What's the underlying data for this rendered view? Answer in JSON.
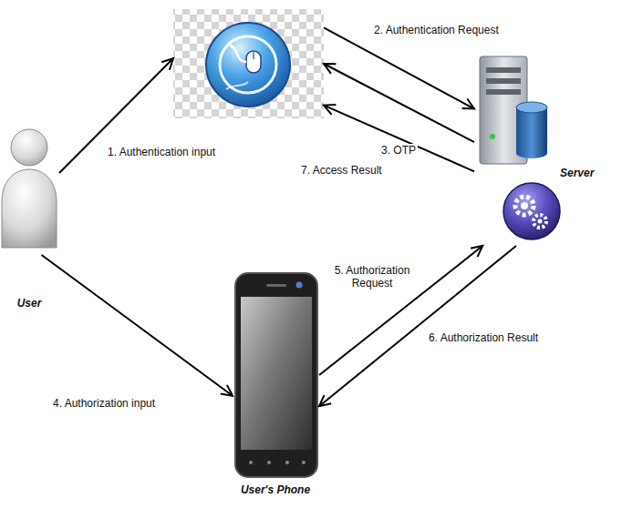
{
  "diagram": {
    "nodes": [
      {
        "text": []
      },
      {
        "text": [
          "Server"
        ]
      },
      {
        "text": [
          "User"
        ]
      },
      {
        "text": [
          "User's Phone"
        ]
      }
    ],
    "edges": [
      {
        "from": 2,
        "to": 0,
        "arrow": "to",
        "label": "1. Authentication input"
      },
      {
        "from": 0,
        "to": 1,
        "arrow": "to",
        "label": "2. Authentication Request"
      },
      {
        "from": 1,
        "to": 0,
        "arrow": "to",
        "label": "3. OTP"
      },
      {
        "from": 2,
        "to": 3,
        "arrow": "to",
        "label": "4. Authorization input"
      },
      {
        "from": 3,
        "to": 1,
        "arrow": "to",
        "label": "5. Authorization Request"
      },
      {
        "from": 1,
        "to": 3,
        "arrow": "to",
        "label": "6. Authorization Result"
      },
      {
        "from": 1,
        "to": 0,
        "arrow": "to",
        "label": "7. Access Result"
      }
    ]
  }
}
